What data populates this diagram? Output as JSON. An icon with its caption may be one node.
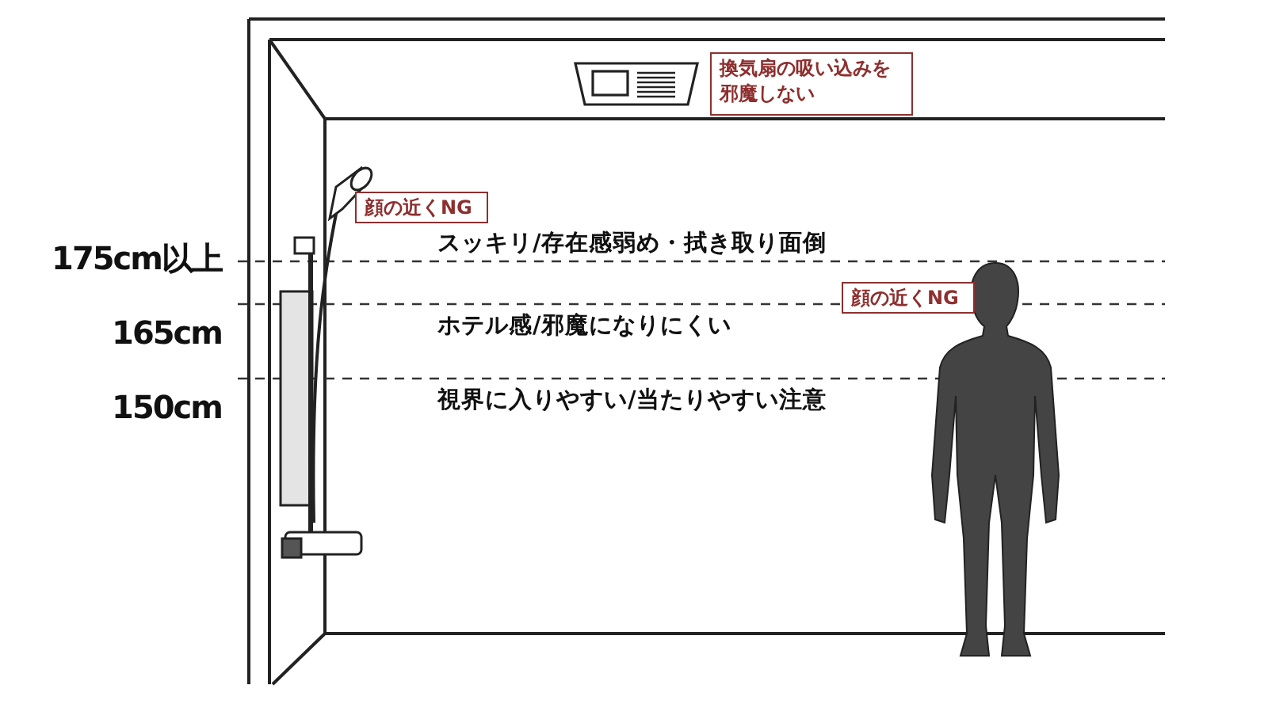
{
  "diagram": {
    "nodes": [
      {
        "text": [
          "換気扇の吸い込みを邪魔しない"
        ]
      },
      {
        "text": [
          "顔の近くNG"
        ]
      },
      {
        "text": [
          "顔の近くNG"
        ]
      }
    ],
    "labels": [
      "175cm以上",
      "スッキリ/存在感弱め・拭き取り面倒",
      "165cm",
      "ホテル感/邪魔になりにくい",
      "150cm",
      "視界に入りやすい/当たりやすい注意"
    ]
  }
}
